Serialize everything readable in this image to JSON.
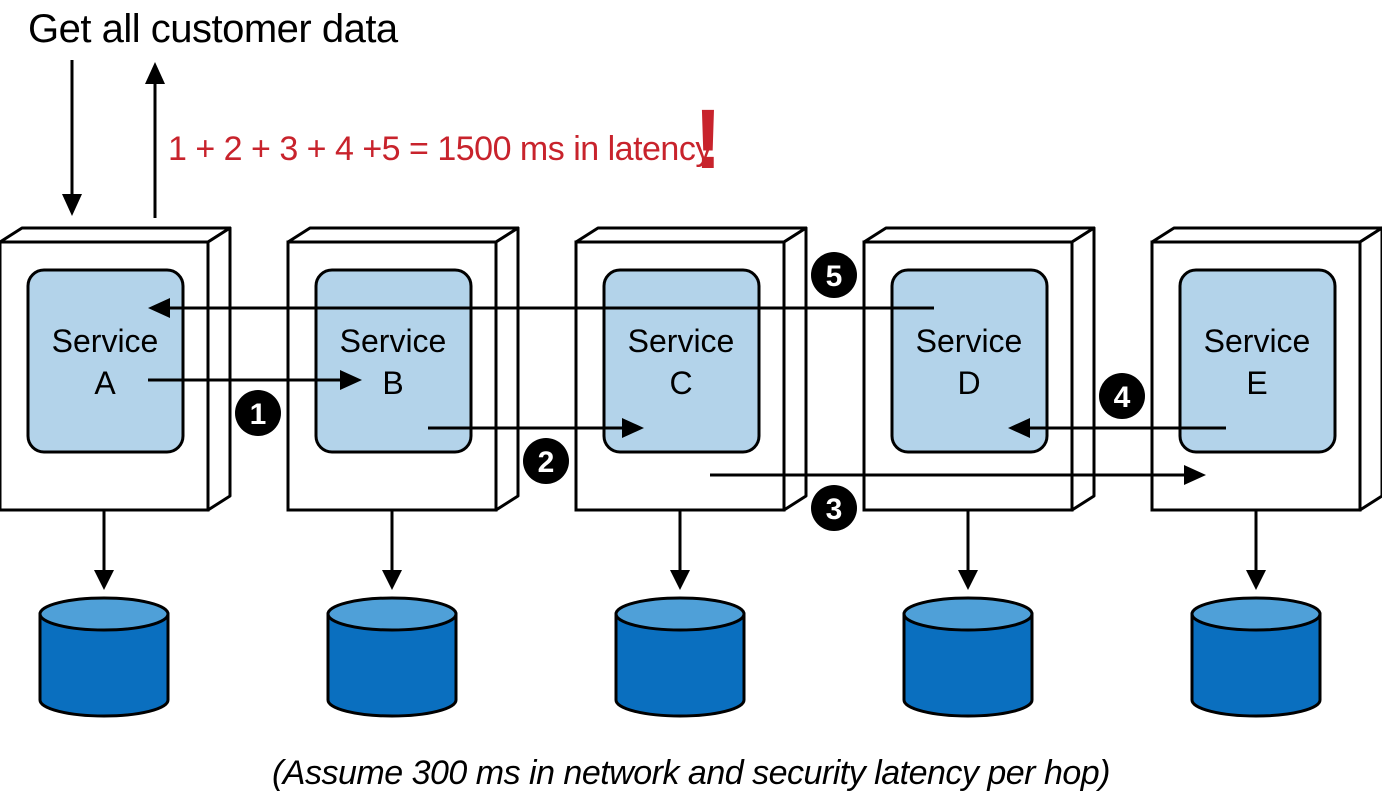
{
  "title": "Get all customer data",
  "latency_formula": "1 + 2 + 3 + 4 +5 = 1500 ms in latency",
  "latency_emphasis": "!",
  "services": [
    {
      "line1": "Service",
      "line2": "A"
    },
    {
      "line1": "Service",
      "line2": "B"
    },
    {
      "line1": "Service",
      "line2": "C"
    },
    {
      "line1": "Service",
      "line2": "D"
    },
    {
      "line1": "Service",
      "line2": "E"
    }
  ],
  "hops": [
    "1",
    "2",
    "3",
    "4",
    "5"
  ],
  "footnote": "(Assume 300 ms in network and security latency per hop)",
  "colors": {
    "service_fill": "#b3d3ea",
    "database_body": "#0a6fbf",
    "database_top": "#4fa0d8",
    "latency_text": "#c8232c",
    "badge": "#000000"
  }
}
